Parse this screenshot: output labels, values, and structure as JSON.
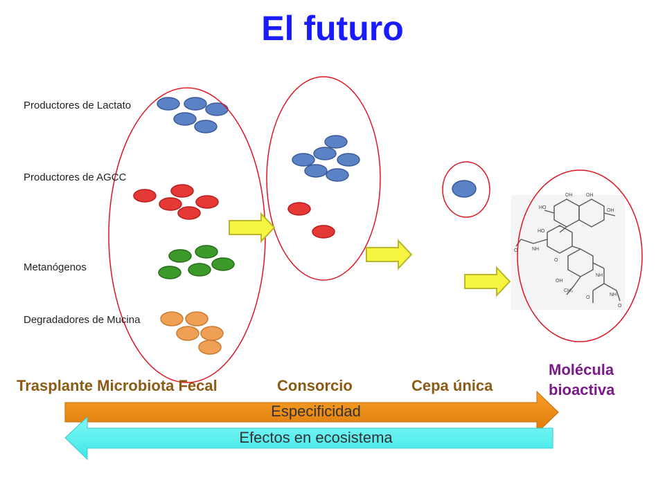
{
  "title": "El futuro",
  "groups": [
    {
      "label": "Productores de Lactato",
      "color": "#5b82c4"
    },
    {
      "label": "Productores de AGCC",
      "color": "#e53935"
    },
    {
      "label": "Metanógenos",
      "color": "#3c9a2a"
    },
    {
      "label": "Degradadores de Mucina",
      "color": "#f0a055"
    }
  ],
  "stages": {
    "fmt": "Trasplante Microbiota Fecal",
    "consorcio": "Consorcio",
    "cepa": "Cepa única",
    "molecula_line1": "Molécula",
    "molecula_line2": "bioactiva"
  },
  "arrows": {
    "specificity": "Especificidad",
    "ecosystem": "Efectos en ecosistema"
  },
  "colors": {
    "title": "#1a1aff",
    "stage_label": "#8b5a14",
    "molecule_label": "#7a1a8a",
    "specificity_arrow": "#f08c10",
    "ecosystem_arrow": "#5ef0f0",
    "ellipse_outline": "#e0141e",
    "flow_arrow": "#f5f542"
  }
}
